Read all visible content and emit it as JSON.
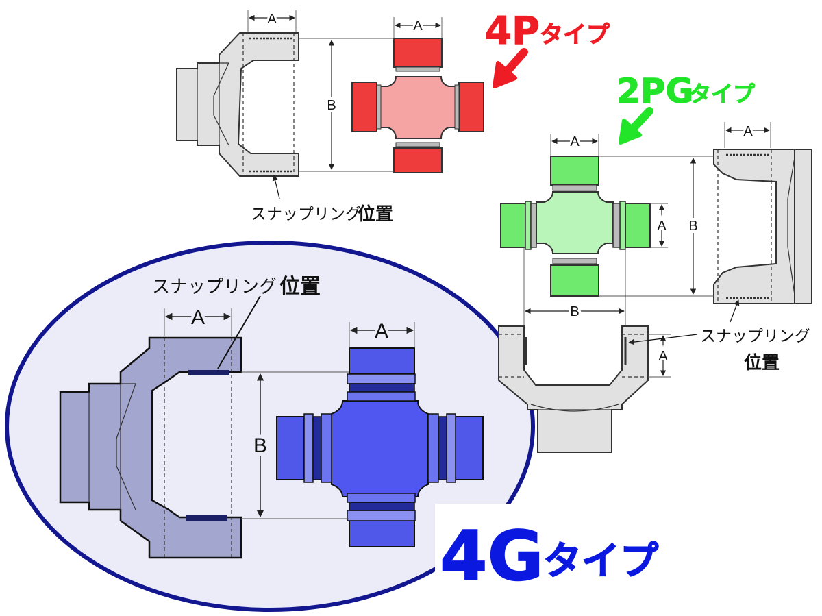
{
  "labels": {
    "A": "A",
    "B": "B"
  },
  "snap_ring_position": {
    "part1": "スナップリング",
    "part2": "位置"
  },
  "titles": {
    "type_4p": {
      "main": "4P",
      "suffix": "タイプ"
    },
    "type_2pg": {
      "main": "2PG",
      "suffix": "タイプ"
    },
    "type_4g": {
      "main": "4G",
      "suffix": "タイプ"
    }
  },
  "colors": {
    "red_4p": "#ee1c24",
    "green_2pg": "#22e52a",
    "blue_4g": "#0a18e0",
    "yoke_gray": "#e1e1e1",
    "yoke_blue": "#a3a6cf",
    "ellipse_fill": "#ebecf8",
    "ellipse_stroke": "#12168f"
  }
}
